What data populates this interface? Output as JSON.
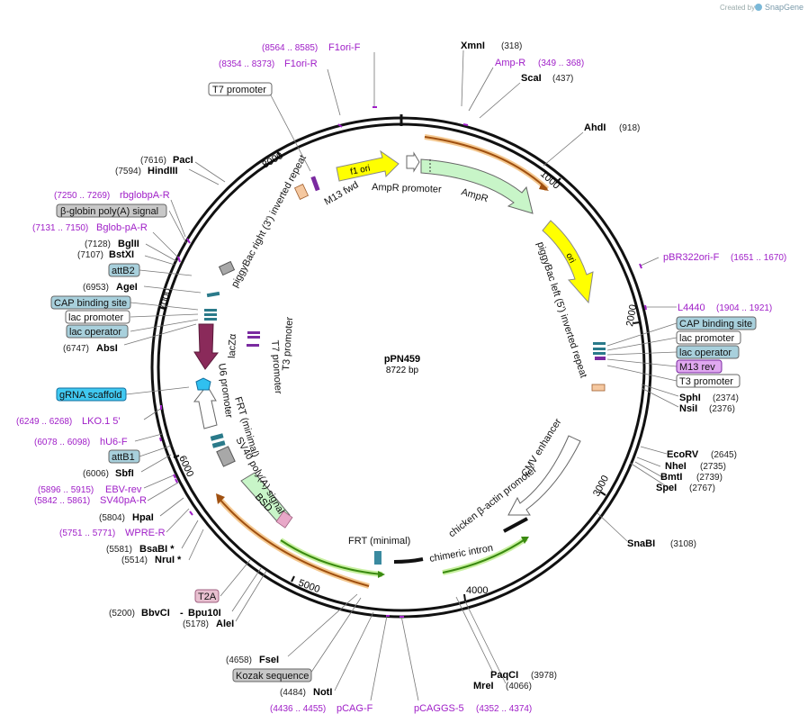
{
  "watermark": {
    "created_by": "Created by",
    "brand": "SnapGene"
  },
  "plasmid": {
    "name": "pPN459",
    "length": "8722 bp"
  },
  "ticks": [
    "1000",
    "2000",
    "3000",
    "4000",
    "5000",
    "6000",
    "7000",
    "8000"
  ],
  "colors": {
    "primer": "#a020c8",
    "f1ori": "#ffff00",
    "ampr": "#c8f5c8",
    "orange_feature": "#f0a040",
    "green_arc": "#7cc040",
    "cap_box": "#a8d0dc",
    "grna_box": "#40c8f0",
    "t2a_box": "#e8c0d0",
    "attb_box": "#a8d0dc",
    "gray_box": "#c8c8c8",
    "m13rev_box": "#e0a8f0"
  },
  "enzymes": {
    "xmni": {
      "name": "XmnI",
      "pos": "(318)"
    },
    "scai": {
      "name": "ScaI",
      "pos": "(437)"
    },
    "ahdi": {
      "name": "AhdI",
      "pos": "(918)"
    },
    "sphi": {
      "name": "SphI",
      "pos": "(2374)"
    },
    "nsii": {
      "name": "NsiI",
      "pos": "(2376)"
    },
    "ecorv": {
      "name": "EcoRV",
      "pos": "(2645)"
    },
    "nhei": {
      "name": "NheI",
      "pos": "(2735)"
    },
    "bmti": {
      "name": "BmtI",
      "pos": "(2739)"
    },
    "spei": {
      "name": "SpeI",
      "pos": "(2767)"
    },
    "snabi": {
      "name": "SnaBI",
      "pos": "(3108)"
    },
    "paqci": {
      "name": "PaqCI",
      "pos": "(3978)"
    },
    "mrei": {
      "name": "MreI",
      "pos": "(4066)"
    },
    "noti": {
      "name": "NotI",
      "pos": "(4484)"
    },
    "fsei": {
      "name": "FseI",
      "pos": "(4658)"
    },
    "alei": {
      "name": "AleI",
      "pos": "(5178)"
    },
    "bbvci": {
      "name": "BbvCI",
      "pos": "(5200)"
    },
    "bpu10i": {
      "name": "Bpu10I",
      "prefix": "-"
    },
    "nrui": {
      "name": "NruI *",
      "pos": "(5514)"
    },
    "bsabi": {
      "name": "BsaBI *",
      "pos": "(5581)"
    },
    "hpai": {
      "name": "HpaI",
      "pos": "(5804)"
    },
    "sbfi": {
      "name": "SbfI",
      "pos": "(6006)"
    },
    "absi": {
      "name": "AbsI",
      "pos": "(6747)"
    },
    "agei": {
      "name": "AgeI",
      "pos": "(6953)"
    },
    "bstxi": {
      "name": "BstXI",
      "pos": "(7107)"
    },
    "bglii": {
      "name": "BglII",
      "pos": "(7128)"
    },
    "hindiii": {
      "name": "HindIII",
      "pos": "(7594)"
    },
    "paci": {
      "name": "PacI",
      "pos": "(7616)"
    }
  },
  "primers": {
    "f1ori_f": {
      "name": "F1ori-F",
      "range": "(8564 .. 8585)"
    },
    "f1ori_r": {
      "name": "F1ori-R",
      "range": "(8354 .. 8373)"
    },
    "ampr": {
      "name": "Amp-R",
      "range": "(349 .. 368)"
    },
    "pbr322ori_f": {
      "name": "pBR322ori-F",
      "range": "(1651 .. 1670)"
    },
    "l4440": {
      "name": "L4440",
      "range": "(1904 .. 1921)"
    },
    "pcag_f": {
      "name": "pCAG-F",
      "range": "(4436 .. 4455)"
    },
    "pcaggs_5": {
      "name": "pCAGGS-5",
      "range": "(4352 .. 4374)"
    },
    "wpre_r": {
      "name": "WPRE-R",
      "range": "(5751 .. 5771)"
    },
    "sv40pa_r": {
      "name": "SV40pA-R",
      "range": "(5842 .. 5861)"
    },
    "ebv_rev": {
      "name": "EBV-rev",
      "range": "(5896 .. 5915)"
    },
    "hu6_f": {
      "name": "hU6-F",
      "range": "(6078 .. 6098)"
    },
    "lko1_5": {
      "name": "LKO.1 5'",
      "range": "(6249 .. 6268)"
    },
    "bglob_pa_r": {
      "name": "Bglob-pA-R",
      "range": "(7131 .. 7150)"
    },
    "rbglobpa_r": {
      "name": "rbglobpA-R",
      "range": "(7250 .. 7269)"
    }
  },
  "boxes": {
    "t7_promoter_top": "T7 promoter",
    "bglobin": "β-globin poly(A) signal",
    "attb2": "attB2",
    "cap_left": "CAP binding site",
    "lac_promoter_left": "lac promoter",
    "lac_operator_left": "lac operator",
    "grna": "gRNA scaffold",
    "attb1": "attB1",
    "t2a": "T2A",
    "kozak": "Kozak sequence",
    "cap_right": "CAP binding site",
    "lac_promoter_right": "lac promoter",
    "lac_operator_right": "lac operator",
    "m13rev": "M13 rev",
    "t3_promoter_right": "T3 promoter"
  },
  "features": {
    "f1ori": "f1 ori",
    "m13fwd": "M13 fwd",
    "ampr_promoter": "AmpR promoter",
    "ampr": "AmpR",
    "ori": "ori",
    "piggybac_left": "piggyBac left (5') inverted repeat",
    "piggybac_right": "piggyBac right (3') inverted repeat",
    "cmv_enhancer": "CMV enhancer",
    "chicken_actin": "chicken β-actin promoter",
    "chimeric_intron": "chimeric intron",
    "frt_bottom": "FRT (minimal)",
    "bsd": "BSD",
    "sv40_polya": "SV40 poly(A) signal",
    "frt_left": "FRT (minimal)",
    "u6_promoter": "U6 promoter",
    "lacz_alpha": "lacZα",
    "t7_promoter_inner": "T7 promoter",
    "t3_promoter_inner": "T3 promoter"
  }
}
